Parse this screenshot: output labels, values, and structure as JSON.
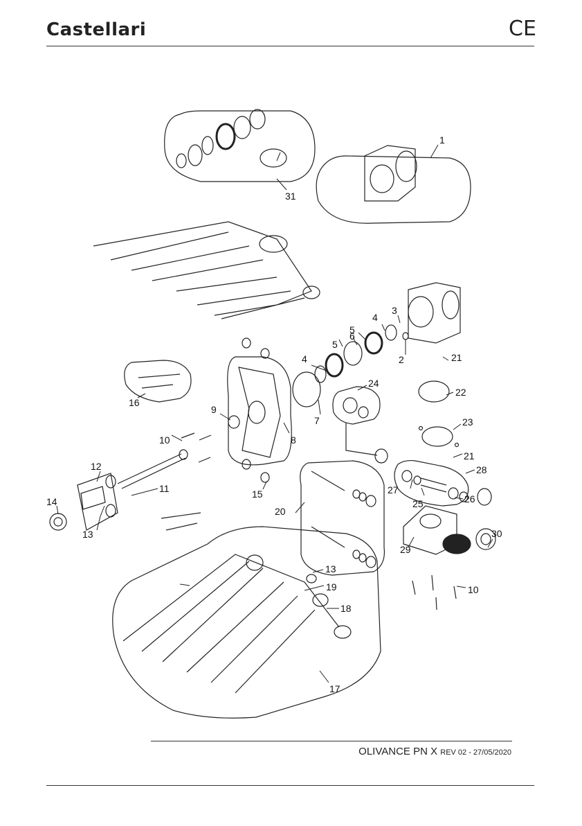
{
  "header": {
    "brand": "Castellari",
    "mark": "CE"
  },
  "footer": {
    "model": "OLIVANCE PN X",
    "revision": "REV 02 - 27/05/2020"
  },
  "callouts": [
    {
      "id": "c1",
      "label": "1"
    },
    {
      "id": "c2",
      "label": "2"
    },
    {
      "id": "c3",
      "label": "3"
    },
    {
      "id": "c4a",
      "label": "4"
    },
    {
      "id": "c4b",
      "label": "4"
    },
    {
      "id": "c5a",
      "label": "5"
    },
    {
      "id": "c5b",
      "label": "5"
    },
    {
      "id": "c6",
      "label": "6"
    },
    {
      "id": "c7",
      "label": "7"
    },
    {
      "id": "c8",
      "label": "8"
    },
    {
      "id": "c9",
      "label": "9"
    },
    {
      "id": "c10a",
      "label": "10"
    },
    {
      "id": "c10b",
      "label": "10"
    },
    {
      "id": "c11",
      "label": "11"
    },
    {
      "id": "c12",
      "label": "12"
    },
    {
      "id": "c13a",
      "label": "13"
    },
    {
      "id": "c13b",
      "label": "13"
    },
    {
      "id": "c14",
      "label": "14"
    },
    {
      "id": "c15",
      "label": "15"
    },
    {
      "id": "c16",
      "label": "16"
    },
    {
      "id": "c17",
      "label": "17"
    },
    {
      "id": "c18",
      "label": "18"
    },
    {
      "id": "c19",
      "label": "19"
    },
    {
      "id": "c20",
      "label": "20"
    },
    {
      "id": "c21a",
      "label": "21"
    },
    {
      "id": "c21b",
      "label": "21"
    },
    {
      "id": "c22",
      "label": "22"
    },
    {
      "id": "c23",
      "label": "23"
    },
    {
      "id": "c24",
      "label": "24"
    },
    {
      "id": "c25",
      "label": "25"
    },
    {
      "id": "c26",
      "label": "26"
    },
    {
      "id": "c27",
      "label": "27"
    },
    {
      "id": "c28",
      "label": "28"
    },
    {
      "id": "c29",
      "label": "29"
    },
    {
      "id": "c30",
      "label": "30"
    },
    {
      "id": "c31",
      "label": "31"
    }
  ]
}
